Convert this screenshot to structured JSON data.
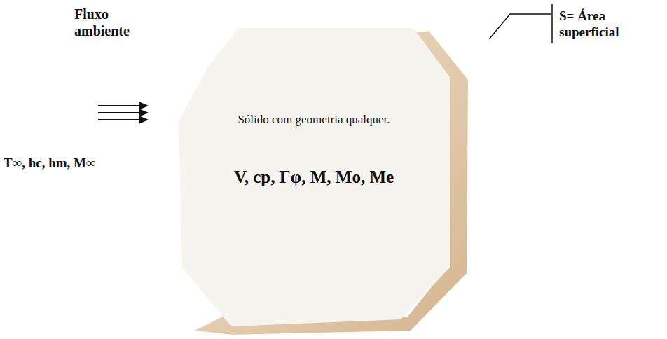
{
  "diagram": {
    "nodes": [
      {
        "text": [
          "Sólido com geometria qualquer.",
          "V, cp, Γφ, M, Mo, Me"
        ]
      }
    ],
    "labels": [
      "Fluxo ambiente",
      "T∞, hc, hm, M∞",
      "S= Área superficial"
    ]
  }
}
